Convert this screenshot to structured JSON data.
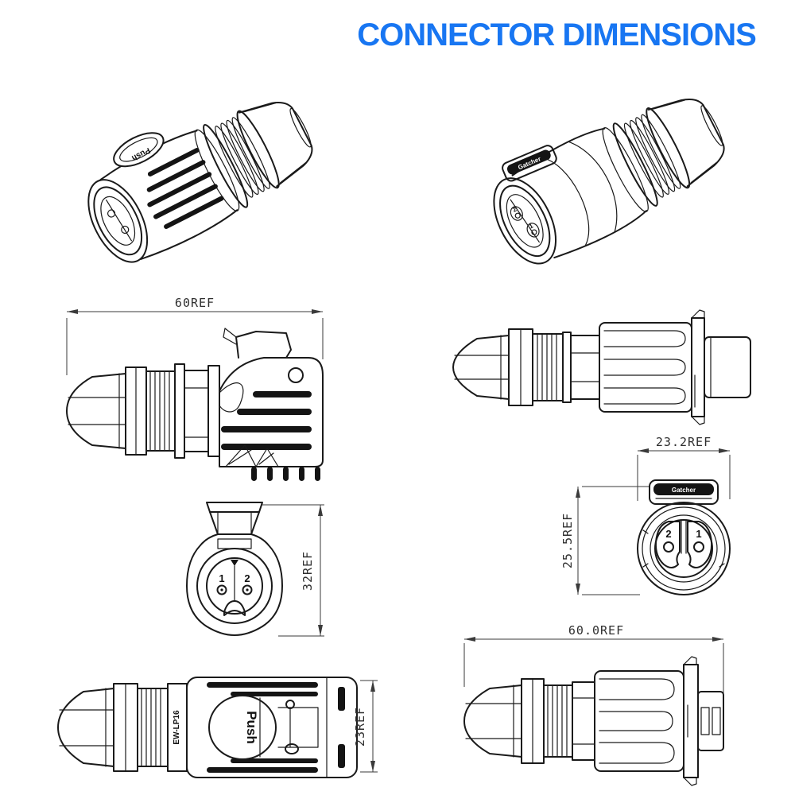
{
  "title": "CONNECTOR DIMENSIONS",
  "colors": {
    "title_blue": "#1876f2",
    "line": "#1a1a1a",
    "dim_text": "#2f2f2f"
  },
  "labels": {
    "push": "Push",
    "brand": "Gatcher",
    "model": "EW-LP16"
  },
  "pins": {
    "one": "1",
    "two": "2"
  },
  "dimensions": {
    "side_male_length": "60REF",
    "front_male_height": "32REF",
    "front_female_width": "23.2REF",
    "front_female_height": "25.5REF",
    "top_male_height": "23REF",
    "top_female_length": "60.0REF"
  }
}
